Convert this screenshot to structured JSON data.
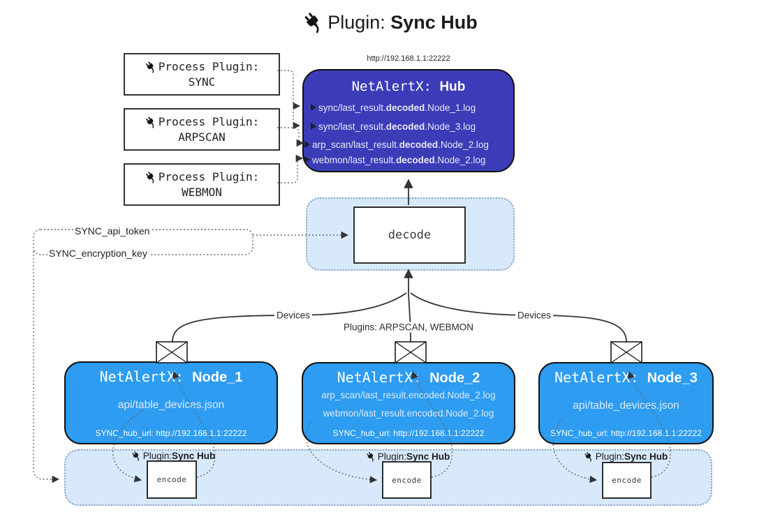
{
  "title": {
    "prefix": "Plugin: ",
    "name": "Sync Hub"
  },
  "process_plugins": [
    {
      "label": "Process Plugin:",
      "name": "SYNC"
    },
    {
      "label": "Process Plugin:",
      "name": "ARPSCAN"
    },
    {
      "label": "Process Plugin:",
      "name": "WEBMON"
    }
  ],
  "hub": {
    "url": "http://192.168.1.1:22222",
    "title_prefix": "NetAlertX: ",
    "title_name": "Hub",
    "logs": [
      {
        "pre": "sync/last_result.",
        "bold": "decoded",
        "post": ".Node_1.log"
      },
      {
        "pre": "sync/last_result.",
        "bold": "decoded",
        "post": ".Node_3.log"
      },
      {
        "pre": "arp_scan/last_result.",
        "bold": "decoded",
        "post": ".Node_2.log"
      },
      {
        "pre": "webmon/last_result.",
        "bold": "decoded",
        "post": ".Node_2.log"
      }
    ]
  },
  "decode_label": "decode",
  "encode_label": "encode",
  "tokens": {
    "api_token": "SYNC_api_token",
    "encryption_key": "SYNC_encryption_key"
  },
  "edge_labels": {
    "devices_left": "Devices",
    "plugins_mid": "Plugins: ARPSCAN, WEBMON",
    "devices_right": "Devices"
  },
  "nodes": [
    {
      "title_prefix": "NetAlertX: ",
      "title_name": "Node_1",
      "lines": [
        "api/table_devices.json"
      ],
      "hub_url": "SYNC_hub_url: http://192.168.1.1:22222"
    },
    {
      "title_prefix": "NetAlertX: ",
      "title_name": "Node_2",
      "lines": [
        "arp_scan/last_result.encoded.Node_2.log",
        "webmon/last_result.encoded.Node_2.log"
      ],
      "hub_url": "SYNC_hub_url: http://192.168.1.1:22222"
    },
    {
      "title_prefix": "NetAlertX: ",
      "title_name": "Node_3",
      "lines": [
        "api/table_devices.json"
      ],
      "hub_url": "SYNC_hub_url: http://192.168.1.1:22222"
    }
  ],
  "encode_groups": [
    {
      "label_prefix": "Plugin: ",
      "label_name": "Sync Hub"
    },
    {
      "label_prefix": "Plugin: ",
      "label_name": "Sync Hub"
    },
    {
      "label_prefix": "Plugin: ",
      "label_name": "Sync Hub"
    }
  ],
  "icons": {
    "plug": "plug-icon",
    "envelope": "envelope-icon"
  },
  "colors": {
    "hub_fill": "#3c3cb8",
    "node_fill": "#2d9cf1",
    "panel_fill": "#d7e9fb",
    "panel_border": "#85a4c6",
    "line_dark": "#333333",
    "line_dotted": "#666666"
  }
}
